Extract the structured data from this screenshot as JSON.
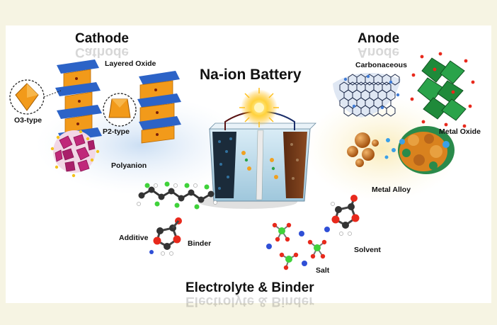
{
  "title": "Na-ion Battery",
  "cathode": {
    "heading": "Cathode",
    "layered_oxide": "Layered Oxide",
    "o3_type": "O3-type",
    "p2_type": "P2-type",
    "polyanion": "Polyanion"
  },
  "anode": {
    "heading": "Anode",
    "carbonaceous": "Carbonaceous",
    "metal_oxide": "Metal Oxide",
    "metal_alloy": "Metal Alloy"
  },
  "electrolyte": {
    "heading": "Electrolyte & Binder",
    "additive": "Additive",
    "binder": "Binder",
    "solvent": "Solvent",
    "salt": "Salt"
  },
  "colors": {
    "background": "#f6f4e3",
    "octahedron_orange": "#f29a1a",
    "layer_blue": "#2c63c7",
    "polyanion_magenta": "#c0287a",
    "metal_oxide_green": "#1f8a3a",
    "alloy_orange": "#d9821e",
    "glow_blue": "#cfe0f2",
    "glow_yellow": "#fbf0c3"
  }
}
